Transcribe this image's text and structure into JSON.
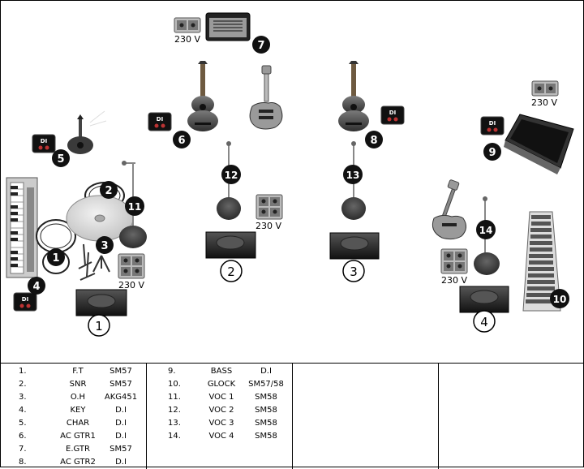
{
  "voltage_label": "230 V",
  "di_label": "DI",
  "badges": [
    "1",
    "2",
    "3",
    "4",
    "5",
    "6",
    "7",
    "8",
    "9",
    "10",
    "11",
    "12",
    "13",
    "14"
  ],
  "monitors": [
    "1",
    "2",
    "3",
    "4"
  ],
  "legend": {
    "col1": [
      {
        "num": "1.",
        "inst": "F.T",
        "mic": "SM57"
      },
      {
        "num": "2.",
        "inst": "SNR",
        "mic": "SM57"
      },
      {
        "num": "3.",
        "inst": "O.H",
        "mic": "AKG451"
      },
      {
        "num": "4.",
        "inst": "KEY",
        "mic": "D.I"
      },
      {
        "num": "5.",
        "inst": "CHAR",
        "mic": "D.I"
      },
      {
        "num": "6.",
        "inst": "AC GTR1",
        "mic": "D.I"
      },
      {
        "num": "7.",
        "inst": "E.GTR",
        "mic": "SM57"
      },
      {
        "num": "8.",
        "inst": "AC GTR2",
        "mic": "D.I"
      }
    ],
    "col2": [
      {
        "num": "9.",
        "inst": "BASS",
        "mic": "D.I"
      },
      {
        "num": "10.",
        "inst": "GLOCK",
        "mic": "SM57/58"
      },
      {
        "num": "11.",
        "inst": "VOC 1",
        "mic": "SM58"
      },
      {
        "num": "12.",
        "inst": "VOC 2",
        "mic": "SM58"
      },
      {
        "num": "13.",
        "inst": "VOC 3",
        "mic": "SM58"
      },
      {
        "num": "14.",
        "inst": "VOC 4",
        "mic": "SM58"
      }
    ]
  }
}
